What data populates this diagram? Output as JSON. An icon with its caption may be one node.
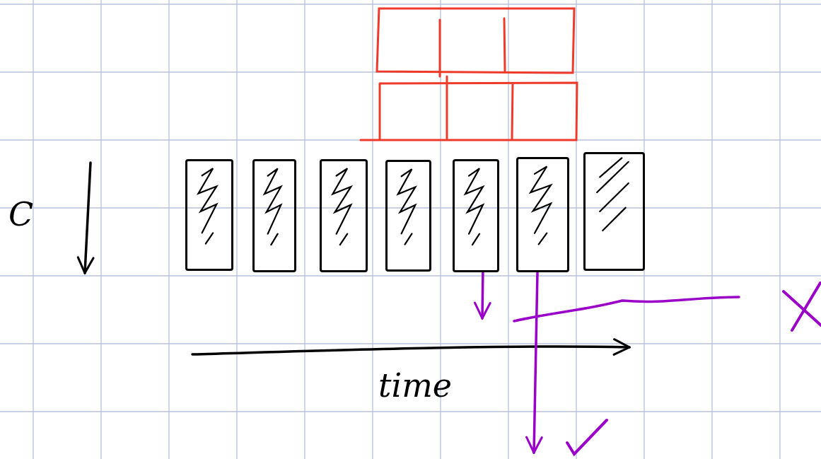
{
  "diagram": {
    "nodes": [
      {
        "text": [],
        "shape": "box"
      },
      {
        "text": [],
        "shape": "box"
      },
      {
        "text": [],
        "shape": "box"
      },
      {
        "text": [],
        "shape": "box"
      },
      {
        "text": [],
        "shape": "box"
      },
      {
        "text": [],
        "shape": "box"
      },
      {
        "text": [],
        "shape": "box"
      }
    ],
    "edges": [
      {
        "from": 4,
        "to": null,
        "arrow": "to",
        "color": "#9b00c8"
      },
      {
        "from": 5,
        "to": null,
        "arrow": "to",
        "color": "#9b00c8"
      }
    ],
    "labels": [
      "C",
      "time"
    ]
  }
}
